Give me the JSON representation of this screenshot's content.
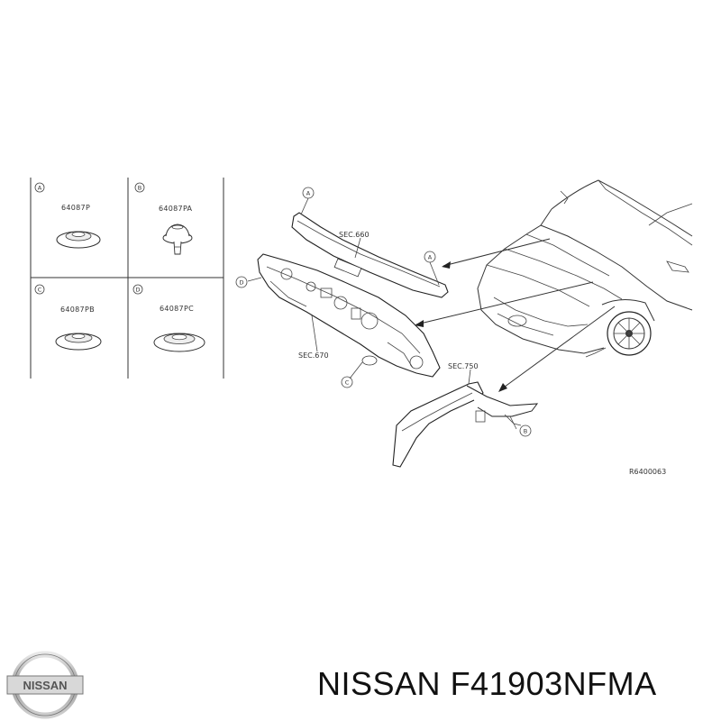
{
  "parts_grid": {
    "cells": [
      {
        "marker": "A",
        "code": "64087P"
      },
      {
        "marker": "B",
        "code": "64087PA"
      },
      {
        "marker": "C",
        "code": "64087PB"
      },
      {
        "marker": "D",
        "code": "64087PC"
      }
    ]
  },
  "callouts": {
    "a_top": "A",
    "a_right": "A",
    "d_left": "D",
    "c_bottom": "C",
    "b_right": "B"
  },
  "sections": {
    "sec_660": "SEC.660",
    "sec_670": "SEC.670",
    "sec_750": "SEC.750"
  },
  "drawing_code": "R6400063",
  "footer": {
    "brand": "NISSAN",
    "part_number": "F41903NFMA",
    "logo_text": "NISSAN"
  }
}
